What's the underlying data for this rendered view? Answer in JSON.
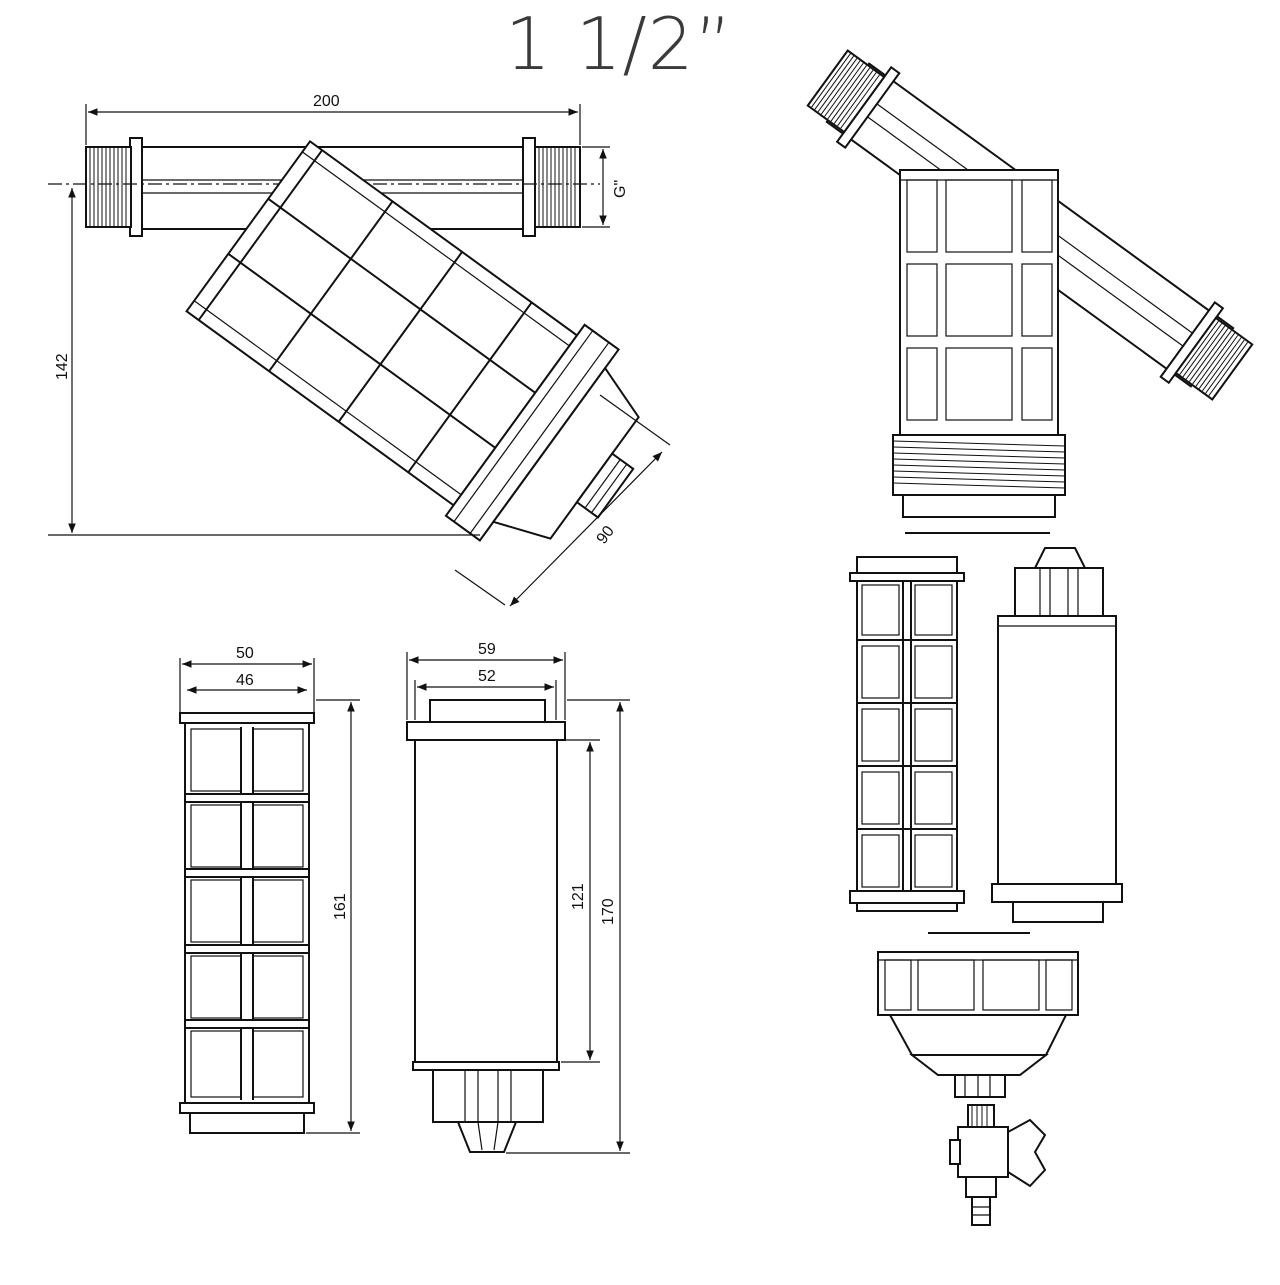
{
  "title": "1 1/2”",
  "dimensions": {
    "overall_length": "200",
    "thread_size": "G\"",
    "overall_height": "142",
    "cap_offset": "90",
    "screen_outer_width": "50",
    "screen_inner_width": "46",
    "screen_length": "161",
    "disc_outer_width": "59",
    "disc_inner_width": "52",
    "disc_body_length": "121",
    "disc_total_length": "170"
  }
}
